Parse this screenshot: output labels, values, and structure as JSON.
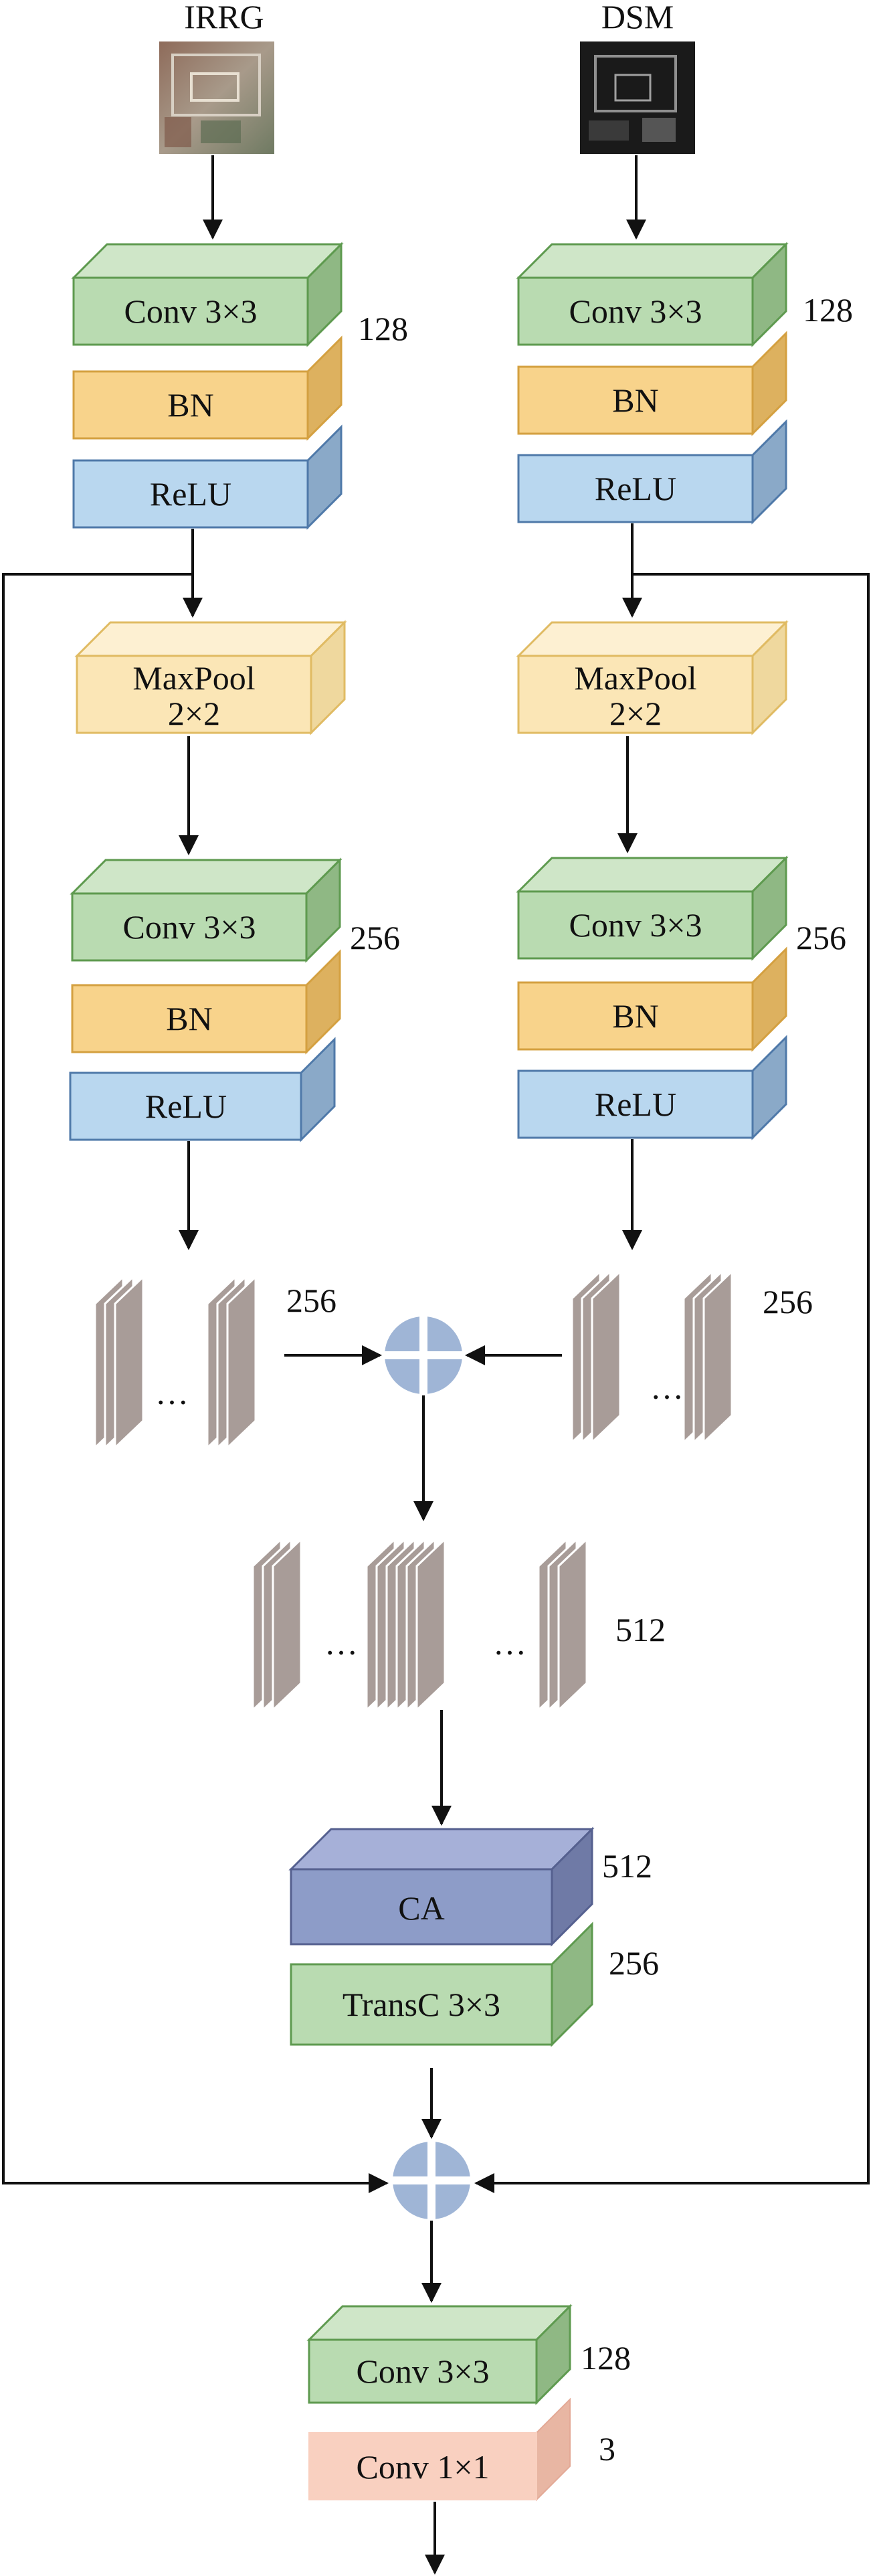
{
  "inputs": {
    "left": "IRRG",
    "right": "DSM"
  },
  "encoder": {
    "conv1": "Conv 3×3",
    "bn": "BN",
    "relu": "ReLU",
    "ch1": "128",
    "pool_line1": "MaxPool",
    "pool_line2": "2×2",
    "conv2": "Conv 3×3",
    "ch2": "256"
  },
  "features": {
    "left_ch": "256",
    "right_ch": "256",
    "fused_ch": "512",
    "dots": "…"
  },
  "attention": {
    "ca": "CA",
    "ca_ch": "512",
    "transc": "TransC 3×3",
    "transc_ch": "256"
  },
  "output": {
    "conv_a": "Conv 3×3",
    "conv_a_ch": "128",
    "conv_b": "Conv 1×1",
    "conv_b_ch": "3"
  },
  "colors": {
    "conv": "#b9dbb1",
    "conv_stroke": "#5e9a4f",
    "bn": "#f8d38b",
    "bn_stroke": "#d4a040",
    "relu": "#b9d7ef",
    "relu_stroke": "#4f79a9",
    "pool": "#fbe6b6",
    "pool_stroke": "#e0bb63",
    "ca": "#8d9cc8",
    "ca_stroke": "#55608f",
    "conv1x1": "#f9d0c0",
    "conv1x1_stroke": "#e3a996",
    "feature": "#a89c98",
    "fusion": "#9fb5d6"
  }
}
